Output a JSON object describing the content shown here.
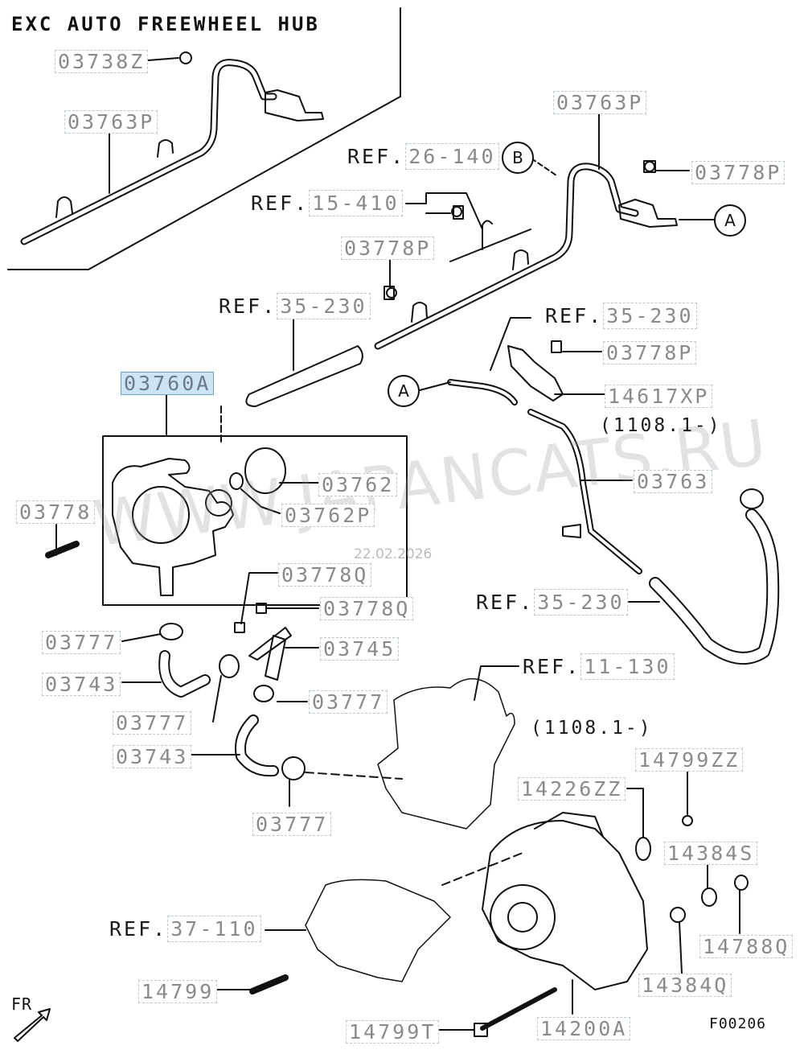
{
  "header": {
    "note": "EXC AUTO FREEWHEEL HUB",
    "code": "F00206"
  },
  "labels": {
    "p03738Z": "03738Z",
    "p03763P_a": "03763P",
    "p03763P_b": "03763P",
    "p03778P_a": "03778P",
    "p03778P_b": "03778P",
    "p03778P_c": "03778P",
    "p14617XP": "14617XP",
    "p03763": "03763",
    "p03760A": "03760A",
    "p03762": "03762",
    "p03762P": "03762P",
    "p03778": "03778",
    "p03778Q_a": "03778Q",
    "p03778Q_b": "03778Q",
    "p03745": "03745",
    "p03777_a": "03777",
    "p03777_b": "03777",
    "p03777_c": "03777",
    "p03777_d": "03777",
    "p03743_a": "03743",
    "p03743_b": "03743",
    "p14799ZZ": "14799ZZ",
    "p14226ZZ": "14226ZZ",
    "p14384S": "14384S",
    "p14788Q": "14788Q",
    "p14384Q": "14384Q",
    "p14799": "14799",
    "p14799T": "14799T",
    "p14200A": "14200A"
  },
  "refs": {
    "r26_140": {
      "prefix": "REF.",
      "num": "26-140"
    },
    "r15_410": {
      "prefix": "REF.",
      "num": "15-410"
    },
    "r35_230_a": {
      "prefix": "REF.",
      "num": "35-230"
    },
    "r35_230_b": {
      "prefix": "REF.",
      "num": "35-230"
    },
    "r35_230_c": {
      "prefix": "REF.",
      "num": "35-230"
    },
    "r11_130": {
      "prefix": "REF.",
      "num": "11-130"
    },
    "r37_110": {
      "prefix": "REF.",
      "num": "37-110"
    }
  },
  "dates": {
    "d1": "(1108.1-)",
    "d2": "(1108.1-)"
  },
  "markers": {
    "a1": "A",
    "a2": "A",
    "b1": "B"
  },
  "direction": "FR",
  "watermark": {
    "text": "WWW.JAPANCATS.RU",
    "date": "22.02.2026"
  }
}
